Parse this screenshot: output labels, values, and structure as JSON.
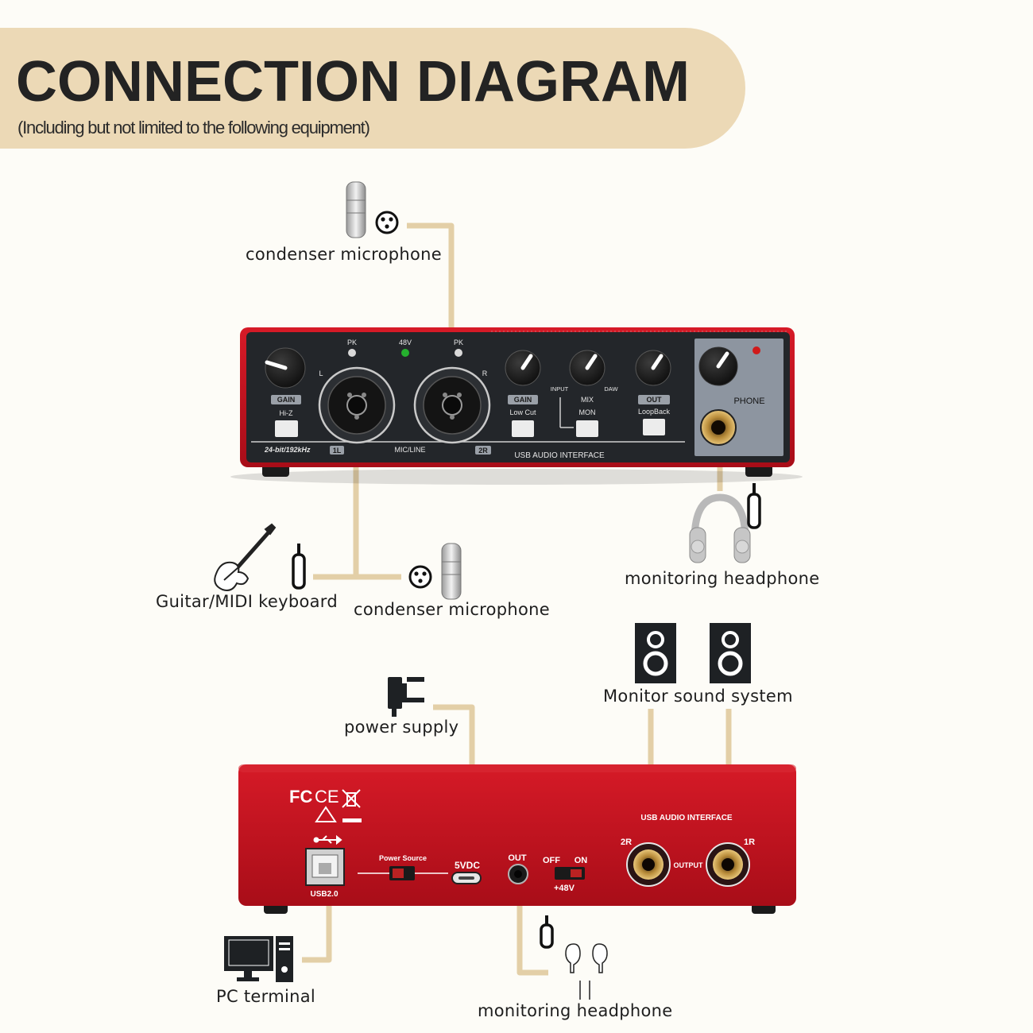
{
  "header": {
    "title": "CONNECTION DIAGRAM",
    "subtitle": "(Including but not limited to the following equipment)"
  },
  "labels": {
    "condenser_mic_top": "condenser microphone",
    "condenser_mic_bottom": "condenser microphone",
    "guitar_midi": "Guitar/MIDI keyboard",
    "monitoring_headphone_front": "monitoring headphone",
    "monitor_sound_system": "Monitor sound system",
    "power_supply": "power supply",
    "pc_terminal": "PC terminal",
    "monitoring_headphone_rear": "monitoring headphone"
  },
  "front_panel": {
    "pk_left": "PK",
    "v48": "48V",
    "pk_right": "PK",
    "l": "L",
    "r": "R",
    "gain_left": "GAIN",
    "hiz": "Hi-Z",
    "gain_right": "GAIN",
    "lowcut": "Low Cut",
    "input": "INPUT",
    "daw": "DAW",
    "mix": "MIX",
    "mon": "MON",
    "out": "OUT",
    "loopback": "LoopBack",
    "phone": "PHONE",
    "bitrate": "24-bit/192kHz",
    "in1": "1L",
    "micline": "MIC/LINE",
    "in2": "2R",
    "usb_interface": "USB AUDIO INTERFACE"
  },
  "rear_panel": {
    "fc": "FC",
    "ce": "CE",
    "usb20": "USB2.0",
    "power_source": "Power Source",
    "vdc": "5VDC",
    "out": "OUT",
    "off": "OFF",
    "on": "ON",
    "p48": "+48V",
    "usb_interface": "USB AUDIO INTERFACE",
    "r2": "2R",
    "r1": "1R",
    "output": "OUTPUT"
  },
  "colors": {
    "background": "#fdfcf7",
    "banner": "#ecd9b6",
    "cable": "#e3cfa7",
    "device_red": "#c5121f",
    "panel_dark": "#23262a",
    "panel_grey": "#8d95a0"
  }
}
